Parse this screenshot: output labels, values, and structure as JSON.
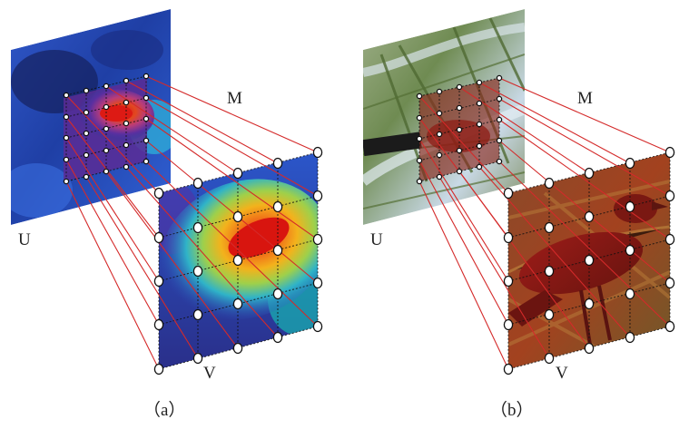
{
  "panels": [
    {
      "id": "a",
      "caption": "（a）",
      "label_u": "U",
      "label_m": "M",
      "label_v": "V",
      "content": "heatmap",
      "colors": {
        "red": "#d42a2a"
      }
    },
    {
      "id": "b",
      "caption": "（b）",
      "label_u": "U",
      "label_m": "M",
      "label_v": "V",
      "content": "photo",
      "colors": {
        "red": "#d42a2a"
      }
    }
  ]
}
